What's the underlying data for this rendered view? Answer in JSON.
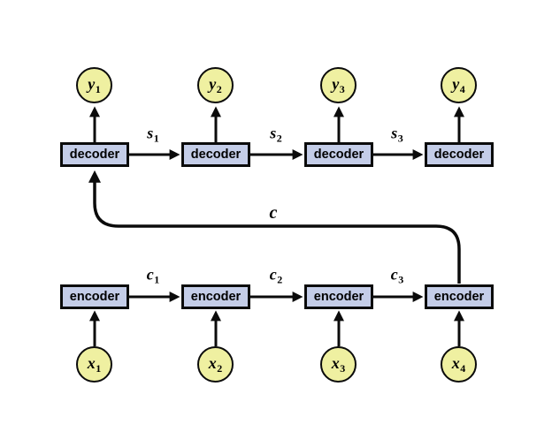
{
  "diagram": {
    "decoders": [
      {
        "label": "decoder"
      },
      {
        "label": "decoder"
      },
      {
        "label": "decoder"
      },
      {
        "label": "decoder"
      }
    ],
    "encoders": [
      {
        "label": "encoder"
      },
      {
        "label": "encoder"
      },
      {
        "label": "encoder"
      },
      {
        "label": "encoder"
      }
    ],
    "outputs": [
      {
        "base": "y",
        "sub": "1"
      },
      {
        "base": "y",
        "sub": "2"
      },
      {
        "base": "y",
        "sub": "3"
      },
      {
        "base": "y",
        "sub": "4"
      }
    ],
    "inputs": [
      {
        "base": "x",
        "sub": "1"
      },
      {
        "base": "x",
        "sub": "2"
      },
      {
        "base": "x",
        "sub": "3"
      },
      {
        "base": "x",
        "sub": "4"
      }
    ],
    "decoder_state_labels": [
      {
        "base": "s",
        "sub": "1"
      },
      {
        "base": "s",
        "sub": "2"
      },
      {
        "base": "s",
        "sub": "3"
      }
    ],
    "encoder_state_labels": [
      {
        "base": "c",
        "sub": "1"
      },
      {
        "base": "c",
        "sub": "2"
      },
      {
        "base": "c",
        "sub": "3"
      }
    ],
    "context_label": "c",
    "colors": {
      "background": "#ffffff",
      "node_fill": "#c4cde8",
      "node_border": "#0b0b0b",
      "io_fill": "#eff0a1",
      "arrow": "#0b0b0b"
    }
  }
}
